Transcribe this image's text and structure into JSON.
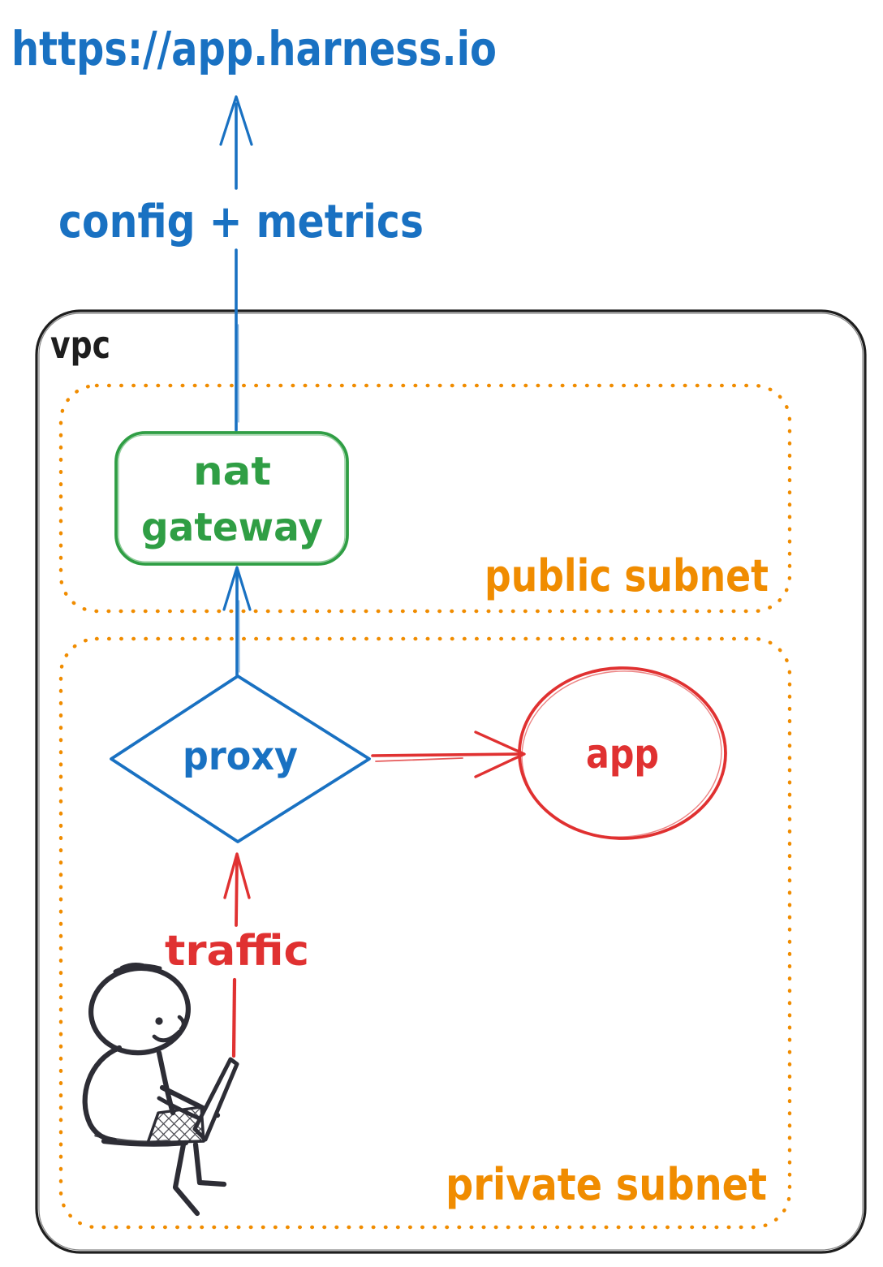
{
  "external_url": "https://app.harness.io",
  "config_metrics_arrow": {
    "label": "config + metrics"
  },
  "vpc": {
    "label": "vpc"
  },
  "public_subnet": {
    "label": "public subnet",
    "nat_gateway": {
      "line1": "nat",
      "line2": "gateway"
    }
  },
  "private_subnet": {
    "label": "private subnet",
    "proxy_label": "proxy",
    "app_label": "app",
    "traffic_label": "traffic"
  },
  "colors": {
    "blue": "#1971c2",
    "green": "#2f9e44",
    "orange": "#f08c00",
    "red": "#e03131",
    "ink": "#1e1e1e",
    "sketch": "#2d2d35"
  }
}
